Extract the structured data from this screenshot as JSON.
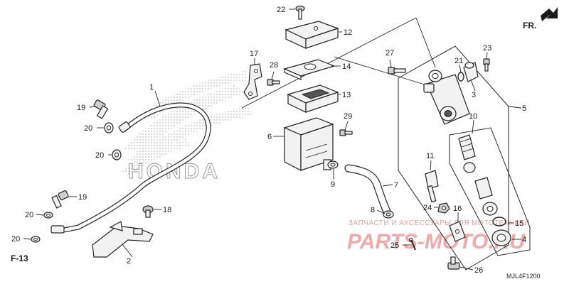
{
  "diagram": {
    "code": "MJL4F1200",
    "ref": "F-13",
    "direction": "FR.",
    "brand": "HONDA",
    "watermark": {
      "text": "ЗАПЧАСТИ И АКСЕССУАРЫ ДЛЯ МОТОТЕХНИКИ",
      "logo": "PARTS-MOTO.RU"
    },
    "callouts": {
      "c1": "1",
      "c2": "2",
      "c3": "3",
      "c4": "4",
      "c5": "5",
      "c6": "6",
      "c7": "7",
      "c8": "8",
      "c9": "9",
      "c10": "10",
      "c11": "11",
      "c12": "12",
      "c13": "13",
      "c14": "14",
      "c15": "15",
      "c16": "16",
      "c17": "17",
      "c18": "18",
      "c19a": "19",
      "c19b": "19",
      "c20a": "20",
      "c20b": "20",
      "c20c": "20",
      "c20d": "20",
      "c21": "21",
      "c22": "22",
      "c23": "23",
      "c24": "24",
      "c25": "25",
      "c26": "26",
      "c27": "27",
      "c28": "28",
      "c29": "29"
    }
  }
}
